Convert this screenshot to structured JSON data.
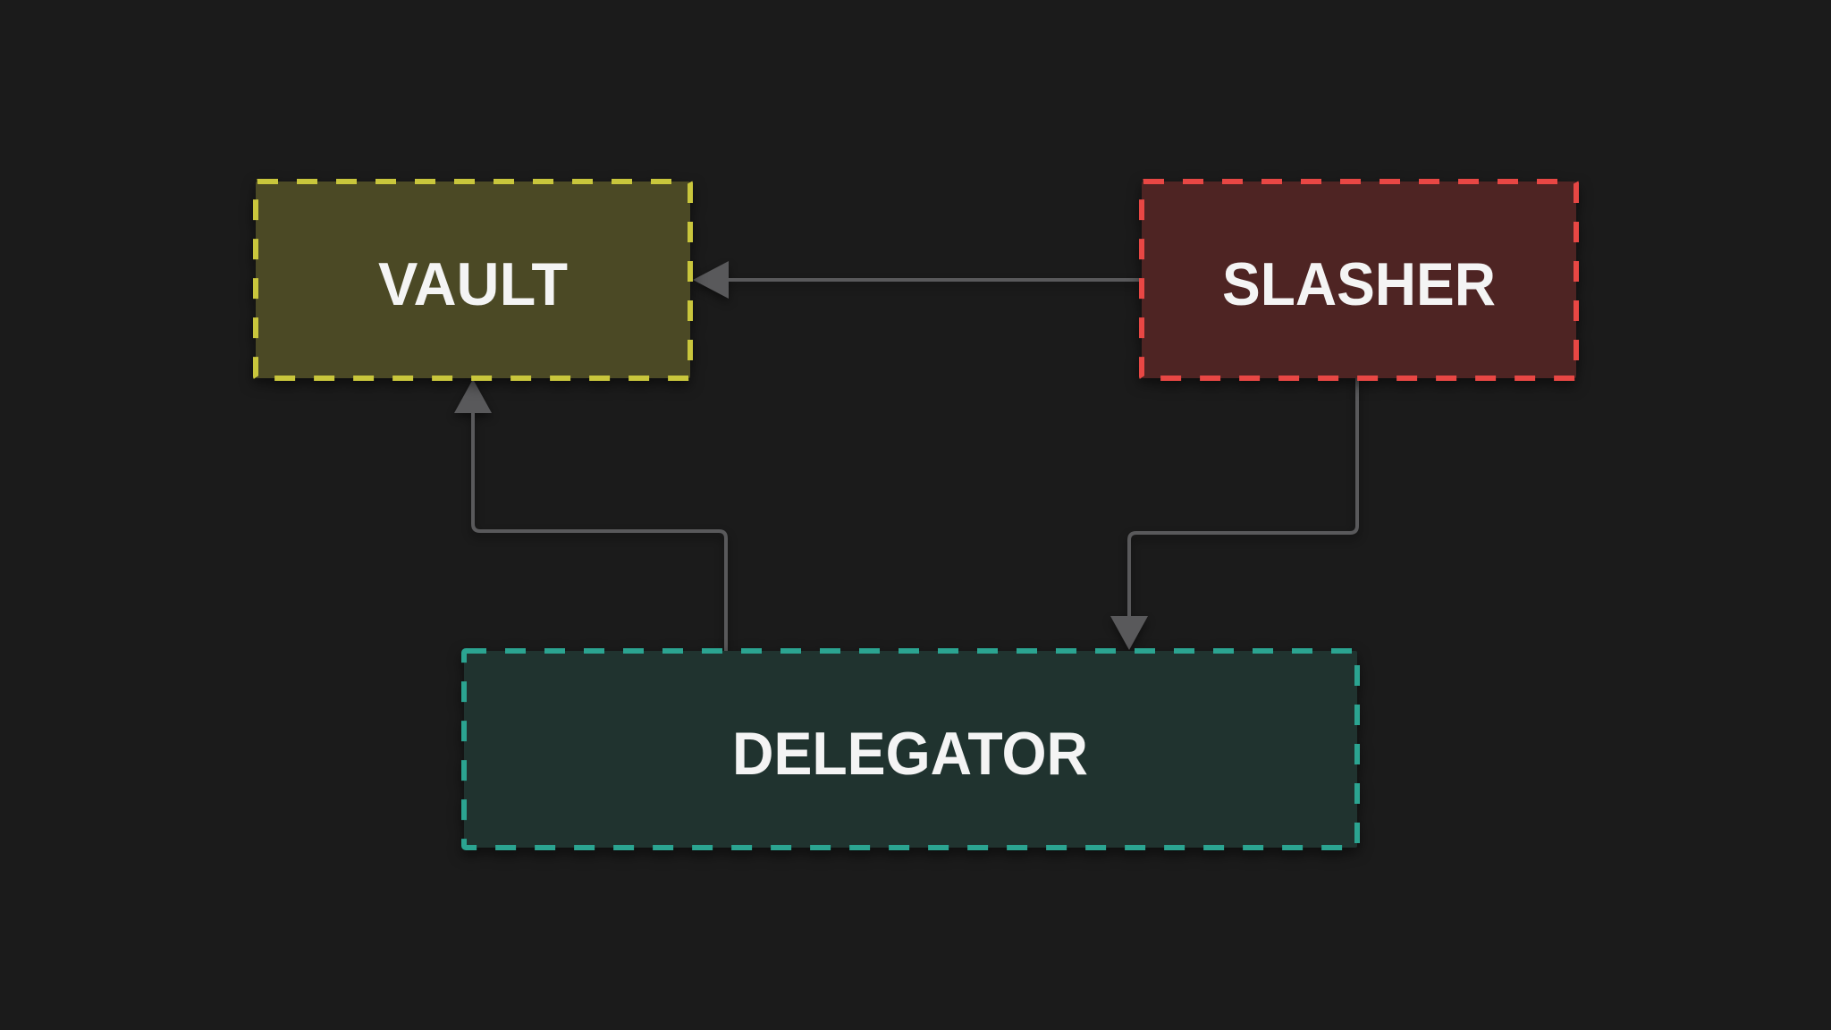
{
  "diagram": {
    "background_color": "#1b1b1b",
    "connector_color": "#59595b",
    "label_color": "#f4f4f4",
    "nodes": [
      {
        "id": "vault",
        "label": "VAULT",
        "fill": "#4b4925",
        "stroke": "#c9c63c"
      },
      {
        "id": "slasher",
        "label": "SLASHER",
        "fill": "#4e2423",
        "stroke": "#e84744"
      },
      {
        "id": "delegator",
        "label": "DELEGATOR",
        "fill": "#20332f",
        "stroke": "#2ba491"
      }
    ],
    "edges": [
      {
        "from": "slasher",
        "to": "vault",
        "direction": "left"
      },
      {
        "from": "delegator",
        "to": "vault",
        "direction": "up"
      },
      {
        "from": "slasher",
        "to": "delegator",
        "direction": "down"
      }
    ]
  }
}
